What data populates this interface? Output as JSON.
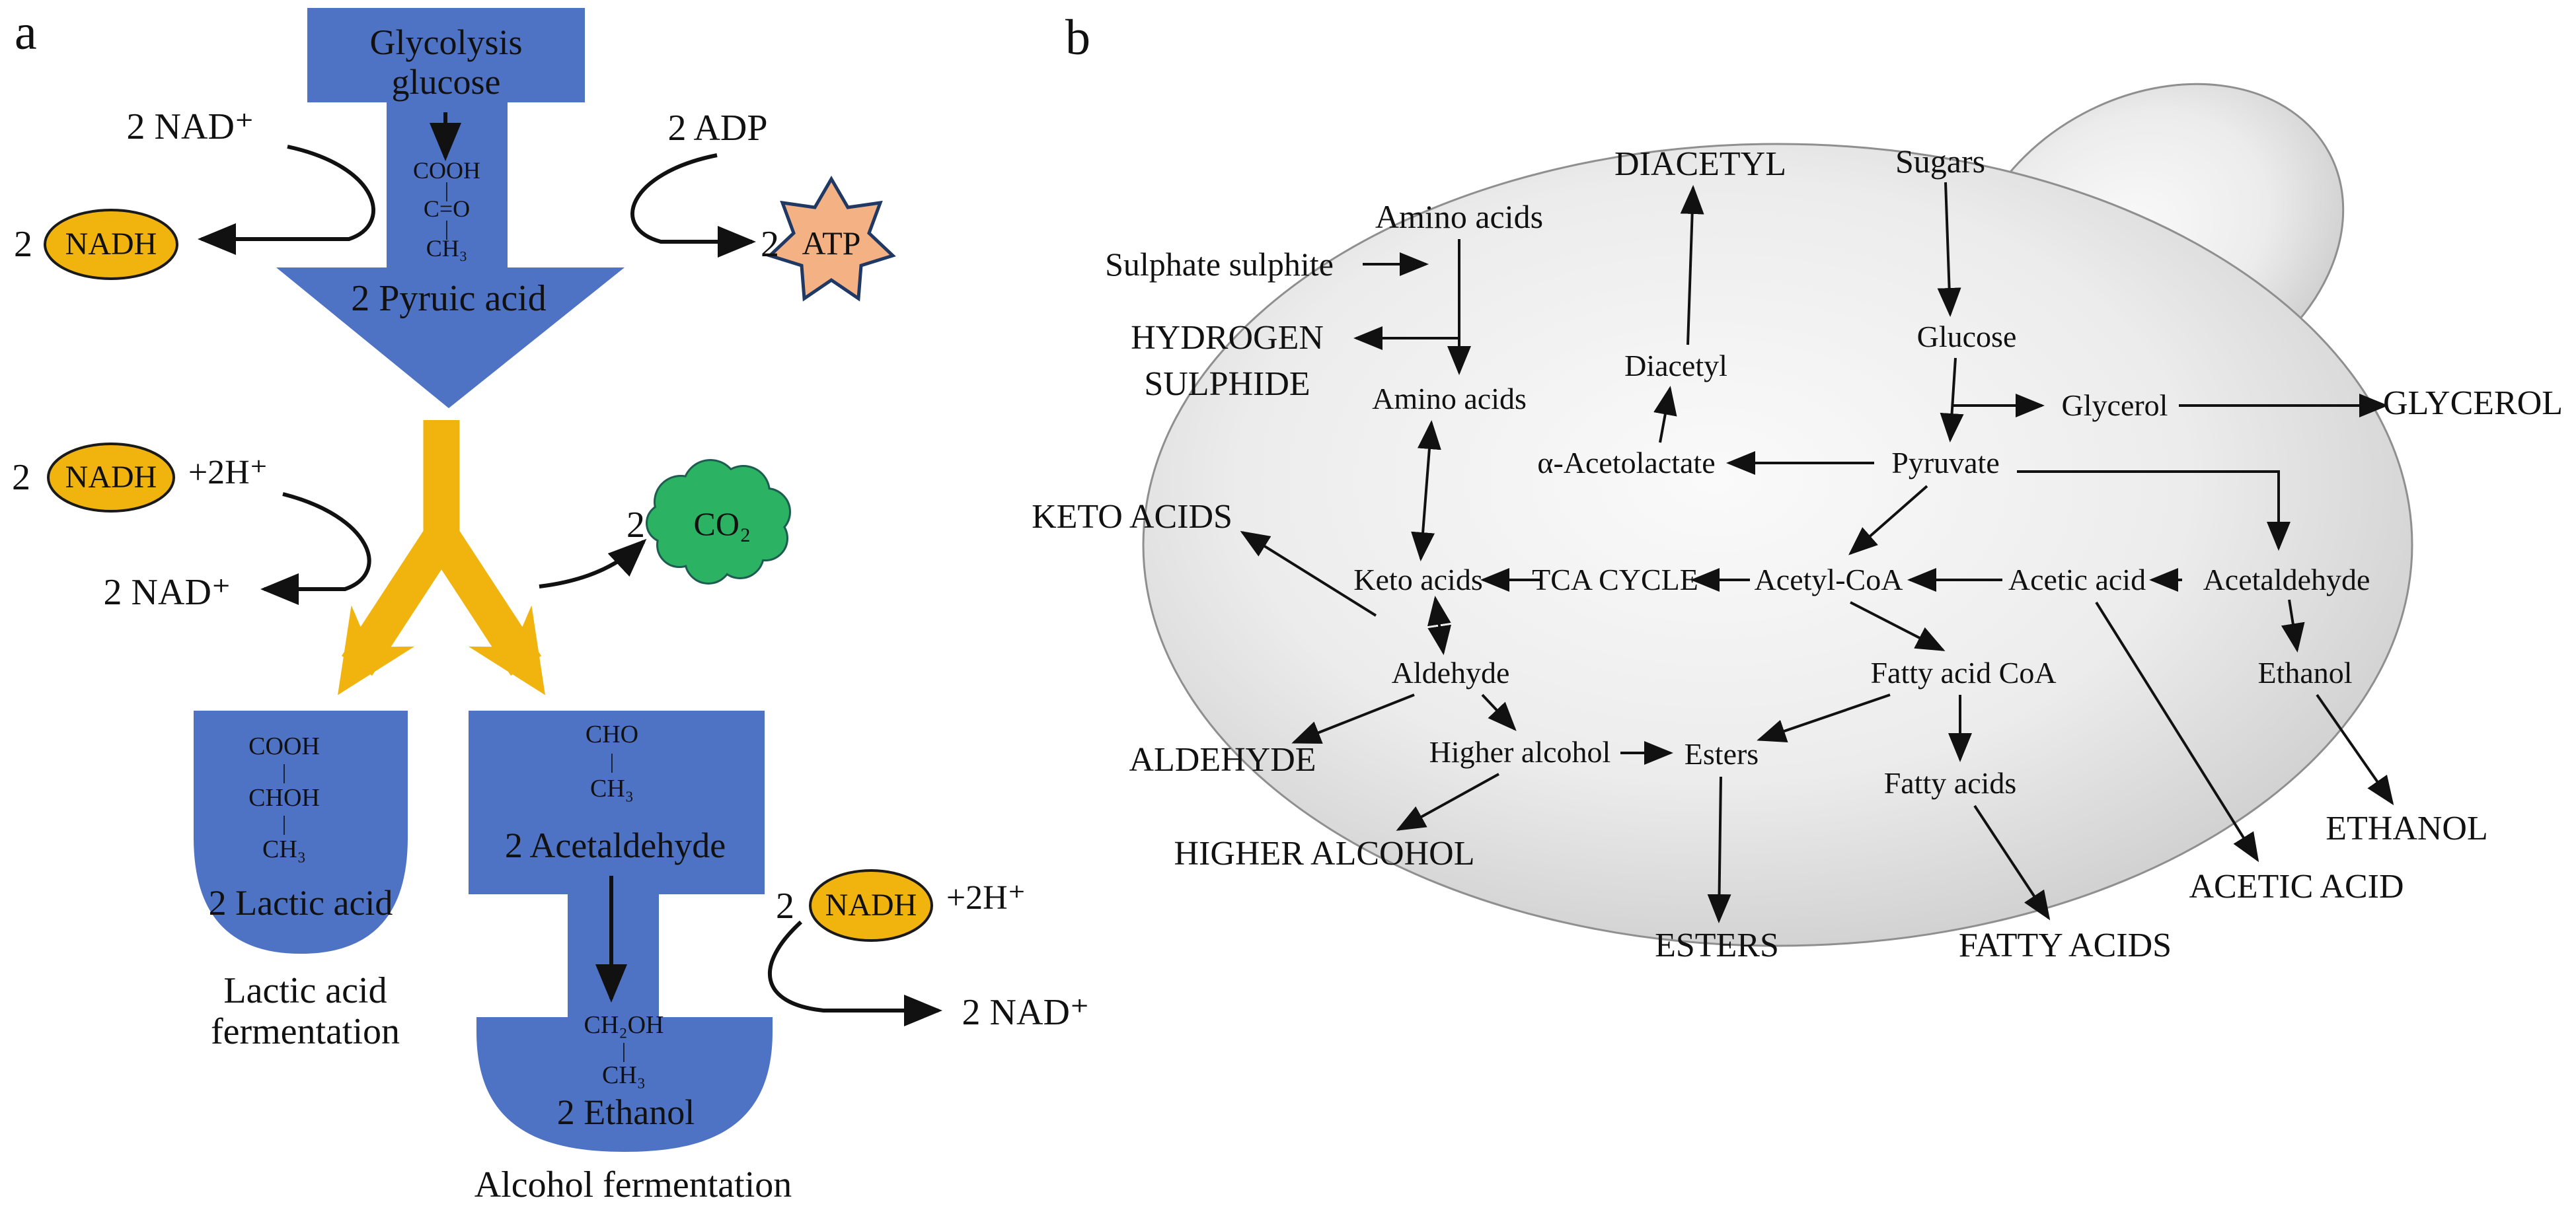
{
  "figure": {
    "panel_a_label": "a",
    "panel_b_label": "b"
  },
  "colors": {
    "process_blue": "#4e72c4",
    "gold": "#f1b40e",
    "atp_peach": "#f4b183",
    "atp_border": "#1f3864",
    "co2_green": "#2bb363",
    "co2_border": "#1d5c50",
    "cell_border": "#8f8f8f"
  },
  "panel_a": {
    "glycolysis_title": [
      "Glycolysis",
      "glucose"
    ],
    "nad_plus_left": "2 NAD⁺",
    "adp_right": "2 ADP",
    "nadh_top": {
      "count": "2",
      "label": "NADH"
    },
    "atp": {
      "count": "2",
      "label": "ATP"
    },
    "pyruvate_formula": [
      "COOH",
      "|",
      "C=O",
      "|",
      "CH₃"
    ],
    "pyruvic_label": "2 Pyruic acid",
    "nadh_mid": {
      "count": "2",
      "label": "NADH",
      "suffix": "+2H⁺"
    },
    "nad_plus_mid": "2 NAD⁺",
    "co2": {
      "count": "2",
      "label": "CO₂"
    },
    "lactic": {
      "formula": [
        "COOH",
        "|",
        "CHOH",
        "|",
        "CH₃"
      ],
      "label": "2 Lactic acid",
      "caption": [
        "Lactic acid",
        "fermentation"
      ]
    },
    "acetaldehyde": {
      "formula": [
        "CHO",
        "|",
        "CH₃"
      ],
      "label": "2 Acetaldehyde"
    },
    "nadh_bottom": {
      "count": "2",
      "label": "NADH",
      "suffix": "+2H⁺"
    },
    "nad_plus_bottom": "2 NAD⁺",
    "ethanol": {
      "formula": [
        "CH₂OH",
        "|",
        "CH₃"
      ],
      "label": "2 Ethanol",
      "caption": "Alcohol fermentation"
    }
  },
  "panel_b": {
    "external": {
      "diacetyl": "DIACETYL",
      "sugars": "Sugars",
      "amino_acids": "Amino acids",
      "sulphate_sulphite": "Sulphate sulphite",
      "hydrogen_sulphide": [
        "HYDROGEN",
        "SULPHIDE"
      ],
      "keto_acids": "KETO ACIDS",
      "glycerol": "GLYCEROL",
      "aldehyde": "ALDEHYDE",
      "higher_alcohol": "HIGHER ALCOHOL",
      "esters": "ESTERS",
      "fatty_acids": "FATTY ACIDS",
      "acetic_acid": "ACETIC ACID",
      "ethanol": "ETHANOL"
    },
    "internal": {
      "amino_acids": "Amino acids",
      "diacetyl": "Diacetyl",
      "glucose": "Glucose",
      "glycerol": "Glycerol",
      "alpha_acetolactate": "α-Acetolactate",
      "pyruvate": "Pyruvate",
      "keto_acids": "Keto acids",
      "tca_cycle": "TCA CYCLE",
      "acetyl_coa": "Acetyl-CoA",
      "acetic_acid": "Acetic acid",
      "acetaldehyde": "Acetaldehyde",
      "aldehyde": "Aldehyde",
      "fatty_acid_coa": "Fatty acid CoA",
      "ethanol": "Ethanol",
      "higher_alcohol": "Higher alcohol",
      "esters": "Esters",
      "fatty_acids": "Fatty acids"
    }
  }
}
